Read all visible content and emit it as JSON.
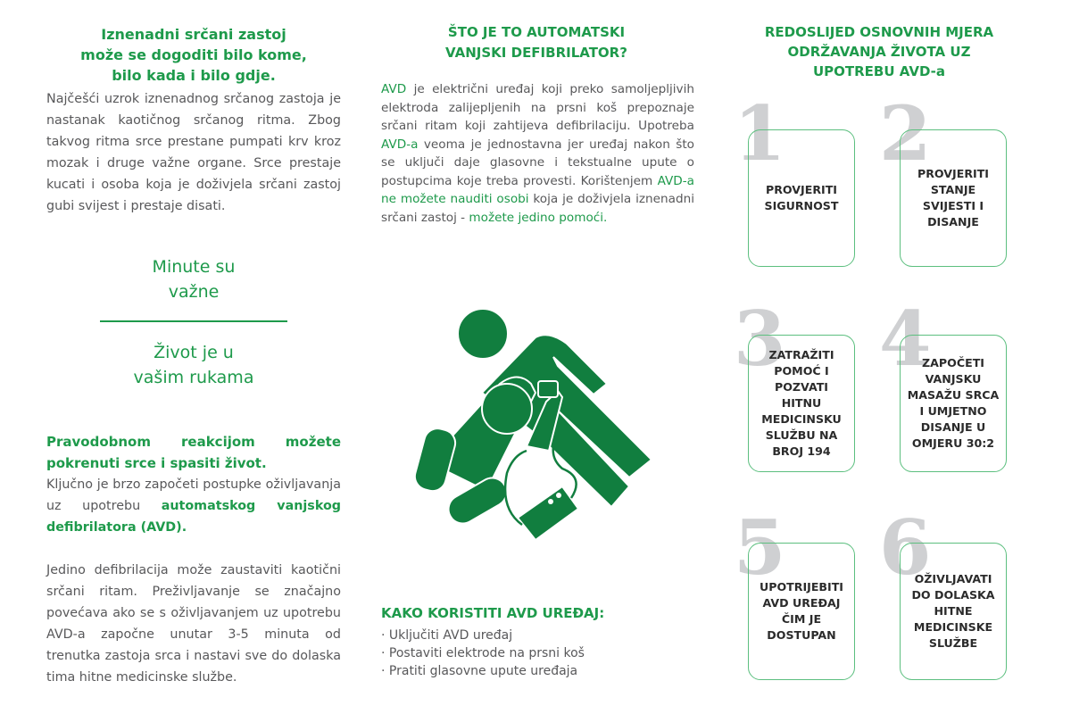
{
  "left": {
    "headline": [
      "Iznenadni srčani zastoj",
      "može se dogoditi bilo kome,",
      "bilo kada i bilo gdje."
    ],
    "intro": "Najčešći uzrok iznenadnog srčanog zastoja je nastanak kaotičnog srčanog ritma. Zbog takvog ritma srce prestane pumpati krv kroz mozak i druge važne organe. Srce prestaje kucati i osoba koja je doživjela srčani zastoj gubi svijest i prestaje disati.",
    "slogan1": [
      "Minute su",
      "važne"
    ],
    "slogan2": [
      "Život je u",
      "vašim rukama"
    ],
    "reaction_heading": "Pravodobnom reakcijom možete pokrenuti srce i spasiti život.",
    "reaction_text": "Ključno je brzo započeti postupke oživljavanja uz upotrebu ",
    "reaction_highlight": "automatskog vanjskog defibrilatora (AVD).",
    "final_text": "Jedino defibrilacija može zaustaviti kaotični srčani ritam. Preživljavanje se značajno povećava ako se s oživljavanjem uz upotrebu AVD-a započne unutar 3-5 minuta od trenutka zastoja srca i nastavi sve do dolaska tima hitne medicinske službe."
  },
  "middle": {
    "title": [
      "ŠTO JE TO AUTOMATSKI",
      "VANJSKI DEFIBRILATOR?"
    ],
    "p": {
      "a1": "AVD",
      "t1": " je električni uređaj koji preko samoljepljivih elektroda zalijepljenih na prsni koš prepoznaje srčani ritam koji zahtijeva defibrilaciju. Upotreba ",
      "a2": "AVD-a",
      "t2": " veoma je jednostavna jer uređaj nakon što se uključi daje glasovne i tekstualne upute o postupcima koje treba provesti. Korištenjem ",
      "a3": "AVD-a ne možete nauditi osobi",
      "t3": " koja je doživjela iznenadni srčani zastoj - ",
      "a4": "možete jedino pomoći."
    },
    "howto_title": "KAKO KORISTITI AVD UREĐAJ:",
    "howto_items": [
      "Uključiti AVD uređaj",
      "Postaviti elektrode na prsni koš",
      "Pratiti glasovne upute uređaja"
    ]
  },
  "right": {
    "title": [
      "REDOSLIJED OSNOVNIH MJERA",
      "ODRŽAVANJA ŽIVOTA UZ",
      "UPOTREBU AVD-a"
    ],
    "steps": [
      {
        "number": "1",
        "text": "PROVJERITI SIGURNOST"
      },
      {
        "number": "2",
        "text": "PROVJERITI STANJE SVIJESTI I DISANJE"
      },
      {
        "number": "3",
        "text": "ZATRAŽITI POMOĆ I POZVATI HITNU MEDICINSKU SLUŽBU NA BROJ 194"
      },
      {
        "number": "4",
        "text": "ZAPOČETI VANJSKU MASAŽU SRCA I UMJETNO DISANJE U OMJERU 30:2"
      },
      {
        "number": "5",
        "text": "UPOTRIJEBITI AVD UREĐAJ ČIM JE DOSTUPAN"
      },
      {
        "number": "6",
        "text": "OŽIVLJAVATI DO DOLASKA HITNE MEDICINSKE SLUŽBE"
      }
    ]
  },
  "colors": {
    "green": "#1e9a4b",
    "illustration": "#117e3f",
    "number_gray": "#cfd0d2"
  }
}
